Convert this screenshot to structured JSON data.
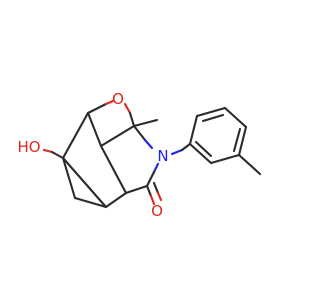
{
  "molecule": {
    "atoms": {
      "ether_oxygen": {
        "symbol": "O",
        "color": "#e0261f"
      },
      "hydroxyl": {
        "symbol": "HO",
        "color": "#e0261f"
      },
      "carbonyl_oxygen": {
        "symbol": "O",
        "color": "#e0261f"
      },
      "nitrogen": {
        "symbol": "N",
        "color": "#2222ee"
      }
    },
    "bond_color": "#2b2b2b"
  }
}
